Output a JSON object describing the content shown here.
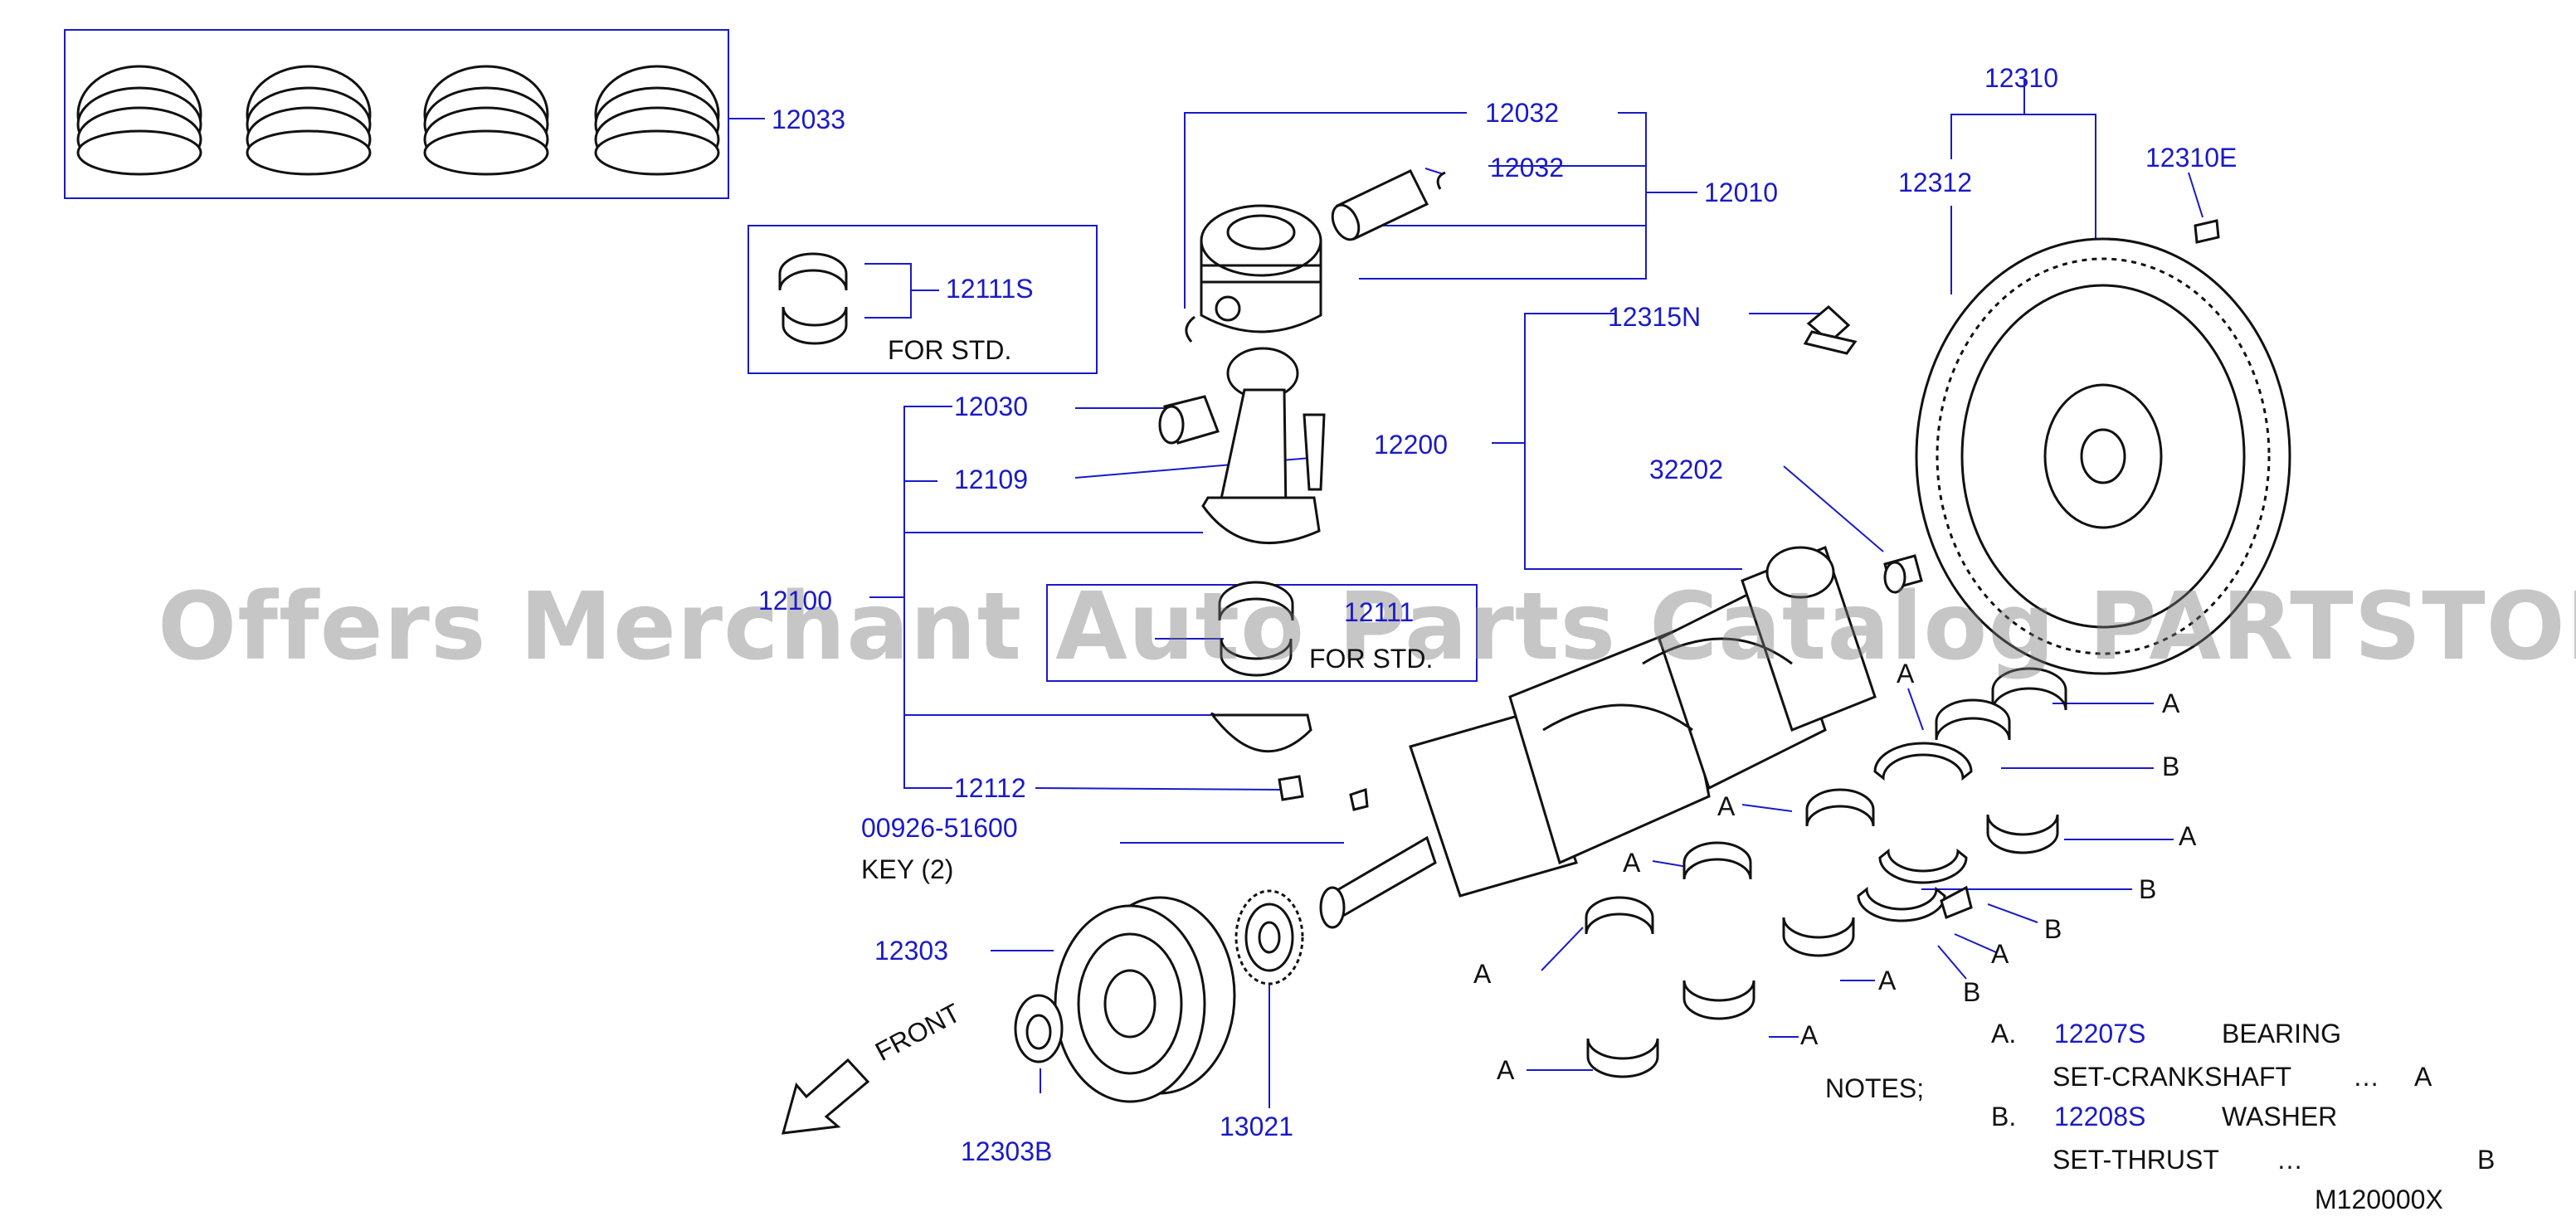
{
  "parts": {
    "p12033": "12033",
    "p12032a": "12032",
    "p12032b": "12032",
    "p12010": "12010",
    "p12111s": "12111S",
    "p12030": "12030",
    "p12109": "12109",
    "p12100": "12100",
    "p12111": "12111",
    "p12112": "12112",
    "p00926": "00926-51600",
    "p12200": "12200",
    "p12315n": "12315N",
    "p32202": "32202",
    "p12310": "12310",
    "p12312": "12312",
    "p12310e": "12310E",
    "p12303": "12303",
    "p12303b": "12303B",
    "p13021": "13021",
    "p12207s": "12207S",
    "p12208s": "12208S"
  },
  "captions": {
    "for_std_1": "FOR  STD.",
    "for_std_2": "FOR  STD.",
    "key": "KEY   (2)",
    "front": "FRONT",
    "diagram_code": "M120000X"
  },
  "callouts": {
    "a": "A",
    "b": "B"
  },
  "notes": {
    "title": "NOTES;",
    "a_prefix": "A.",
    "a_name": "BEARING",
    "a_line2": "SET-CRANKSHAFT",
    "a_dots": "…",
    "a_letter": "A",
    "b_prefix": "B.",
    "b_name": "WASHER",
    "b_line2": "SET-THRUST",
    "b_dots": "…",
    "b_letter": "B"
  },
  "watermark": "Offers Merchant Auto Parts Catalog PARTSTORE.SA",
  "colors": {
    "part_number": "#1a1ac8",
    "leader_line": "#1a1ac8",
    "drawing": "#111111",
    "watermark": "#787878"
  }
}
